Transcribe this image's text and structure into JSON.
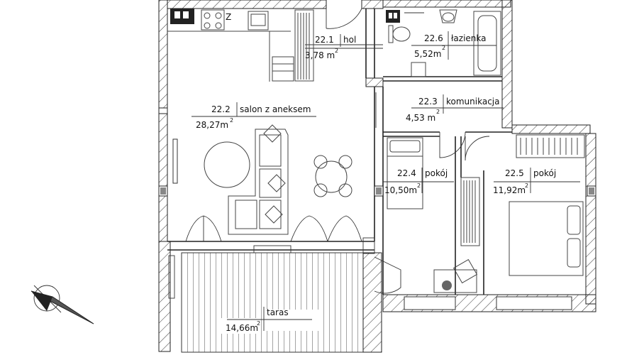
{
  "rooms": [
    {
      "id": "hol",
      "number": "22.1",
      "name": "hol",
      "area": "3,78 m",
      "area_sup": "2"
    },
    {
      "id": "salon",
      "number": "22.2",
      "name": "salon z aneksem",
      "area": "28,27m",
      "area_sup": "2"
    },
    {
      "id": "komunikacja",
      "number": "22.3",
      "name": "komunikacja",
      "area": "4,53 m",
      "area_sup": "2"
    },
    {
      "id": "pokoj1",
      "number": "22.4",
      "name": "pokój",
      "area": "10,50m",
      "area_sup": "2"
    },
    {
      "id": "pokoj2",
      "number": "22.5",
      "name": "pokój",
      "area": "11,92m",
      "area_sup": "2"
    },
    {
      "id": "lazienka",
      "number": "22.6",
      "name": "łazienka",
      "area": "5,52m",
      "area_sup": "2"
    },
    {
      "id": "taras",
      "number": "",
      "name": "taras",
      "area": "14,66m",
      "area_sup": "2"
    }
  ],
  "kitchen_mark": "Z",
  "colors": {
    "ink": "#222222",
    "background": "#ffffff",
    "fill_dark": "#888888"
  },
  "icons": [
    "compass-north-arrow-icon"
  ]
}
